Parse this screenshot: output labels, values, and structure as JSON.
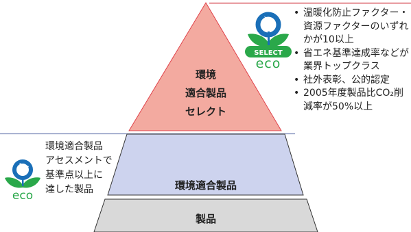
{
  "pyramid": {
    "top_label": [
      "環境",
      "適合製品",
      "セレクト"
    ],
    "middle_label": "環境適合製品",
    "base_label": "製品"
  },
  "select_criteria": [
    "温暖化防止ファクター・資源ファクターのいずれかが10以上",
    "省エネ基準達成率などが業界トップクラス",
    "社外表彰、公的認定",
    "2005年度製品比CO₂削減率が50%以上"
  ],
  "eco_criteria": [
    "環境適合製品",
    "アセスメントで",
    "基準点以上に",
    "達した製品"
  ],
  "logos": {
    "select_badge": "SELECT",
    "select_wordmark": "eco",
    "plain_wordmark": "eco"
  },
  "colors": {
    "top_fill": "#f3aaa0",
    "top_stroke": "#e0424a",
    "middle_fill": "#cdd3ee",
    "middle_stroke": "#333333",
    "base_fill": "#d9d9d9",
    "rule_red": "#d0303a",
    "rule_blue": "#7a88b8",
    "eco_green": "#2aa84a",
    "eco_blue": "#1a6fb8"
  }
}
